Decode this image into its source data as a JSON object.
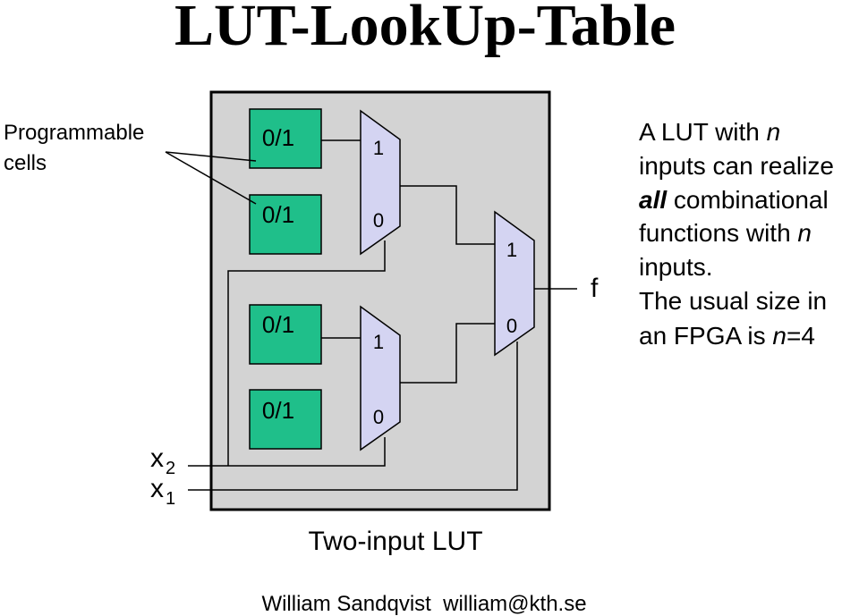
{
  "title": "LUT-LookUp-Table",
  "programmable_label": [
    "Programmable",
    "cells"
  ],
  "cells": [
    "0/1",
    "0/1",
    "0/1",
    "0/1"
  ],
  "mux_labels": {
    "mux_top": {
      "in1": "1",
      "in0": "0"
    },
    "mux_bottom": {
      "in1": "1",
      "in0": "0"
    },
    "mux_out": {
      "in1": "1",
      "in0": "0"
    }
  },
  "output_label": "f",
  "inputs": [
    {
      "var": "x",
      "sub": "2"
    },
    {
      "var": "x",
      "sub": "1"
    }
  ],
  "description": {
    "line1_pre": "A LUT with ",
    "line1_n": "n",
    "line2": "inputs can realize",
    "line3_all": "all",
    "line3_rest": " combinational",
    "line4_pre": "functions with ",
    "line4_n": "n",
    "line5": "inputs.",
    "line6": "The usual size in",
    "line7_pre": "an FPGA is ",
    "line7_n": "n",
    "line7_post": "=4"
  },
  "caption": "Two-input LUT",
  "footer": "William Sandqvist  william@kth.se",
  "colors": {
    "box_fill": "#d3d3d3",
    "cell_fill": "#1fbf8a",
    "mux_fill": "#d4d4f2"
  }
}
